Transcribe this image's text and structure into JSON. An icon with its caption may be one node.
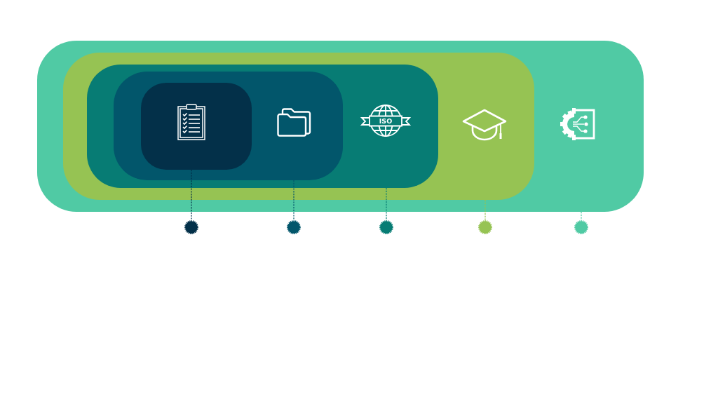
{
  "diagram": {
    "nodes": [
      {
        "text": [],
        "shape": "box"
      },
      {
        "text": [],
        "shape": "box",
        "in": 0
      },
      {
        "text": [],
        "shape": "box",
        "in": 1
      },
      {
        "text": [],
        "shape": "box",
        "in": 2
      },
      {
        "text": [],
        "shape": "box",
        "in": 3
      },
      {
        "text": [],
        "shape": "circle"
      },
      {
        "text": [],
        "shape": "circle"
      },
      {
        "text": [],
        "shape": "circle"
      },
      {
        "text": [],
        "shape": "circle"
      },
      {
        "text": [],
        "shape": "circle"
      }
    ],
    "edges": [
      {
        "from": 4,
        "to": 5,
        "arrow": "none",
        "style": "dashed",
        "color": "#033049"
      },
      {
        "from": 3,
        "to": 6,
        "arrow": "none",
        "style": "dashed",
        "color": "#02566b"
      },
      {
        "from": 2,
        "to": 7,
        "arrow": "none",
        "style": "dashed",
        "color": "#077c74"
      },
      {
        "from": 1,
        "to": 8,
        "arrow": "none",
        "style": "dashed",
        "color": "#96c353"
      },
      {
        "from": 0,
        "to": 9,
        "arrow": "none",
        "style": "dashed",
        "color": "#50caa4"
      }
    ],
    "labels": [
      "ISO"
    ]
  }
}
